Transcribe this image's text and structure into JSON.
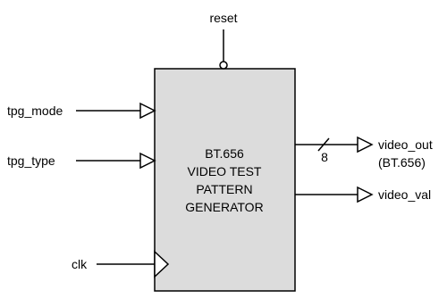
{
  "diagram": {
    "block": {
      "title_lines": [
        "BT.656",
        "VIDEO TEST",
        "PATTERN",
        "GENERATOR"
      ],
      "fill": "#dcdcdc",
      "stroke": "#000000"
    },
    "signals": {
      "reset": {
        "label": "reset",
        "direction": "input",
        "marker": "inversion-bubble"
      },
      "tpg_mode": {
        "label": "tpg_mode",
        "direction": "input"
      },
      "tpg_type": {
        "label": "tpg_type",
        "direction": "input"
      },
      "clk": {
        "label": "clk",
        "direction": "input",
        "marker": "clock-triangle"
      },
      "video_out": {
        "label": "video_out",
        "sublabel": "(BT.656)",
        "direction": "output",
        "bus_width": "8"
      },
      "video_val": {
        "label": "video_val",
        "direction": "output"
      }
    }
  }
}
